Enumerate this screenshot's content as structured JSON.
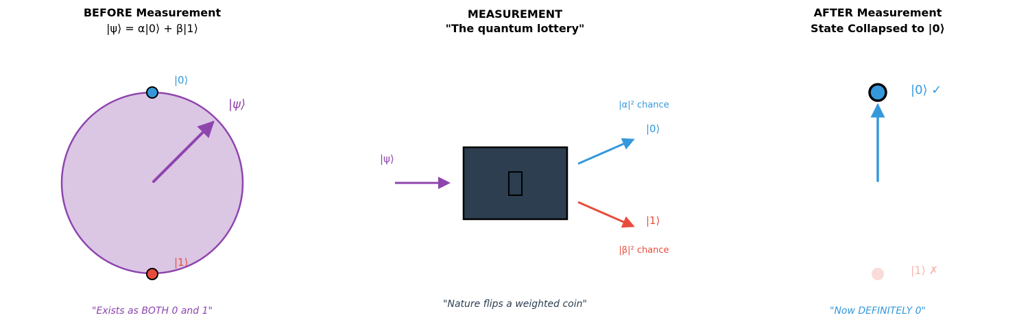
{
  "colors": {
    "purple": "#8e44ad",
    "blue": "#3498db",
    "red": "#e74c3c",
    "dark": "#2c3e50",
    "fill": "#dbc6e4"
  },
  "before": {
    "title": "BEFORE Measurement",
    "equation": "|ψ⟩ = α|0⟩ + β|1⟩",
    "label_zero": "|0⟩",
    "label_one": "|1⟩",
    "label_psi": "|ψ⟩",
    "caption": "\"Exists as BOTH 0 and 1\""
  },
  "measurement": {
    "title": "MEASUREMENT",
    "subtitle": "\"The quantum lottery\"",
    "label_psi": "|ψ⟩",
    "box_icon": "dice-icon",
    "label_zero": "|0⟩",
    "label_one": "|1⟩",
    "alpha_chance": "|α|² chance",
    "beta_chance": "|β|² chance",
    "caption": "\"Nature flips a weighted coin\""
  },
  "after": {
    "title": "AFTER Measurement",
    "subtitle": "State Collapsed to |0⟩",
    "label_zero": "|0⟩ ✓",
    "label_one": "|1⟩ ✗",
    "caption": "\"Now DEFINITELY 0\""
  }
}
